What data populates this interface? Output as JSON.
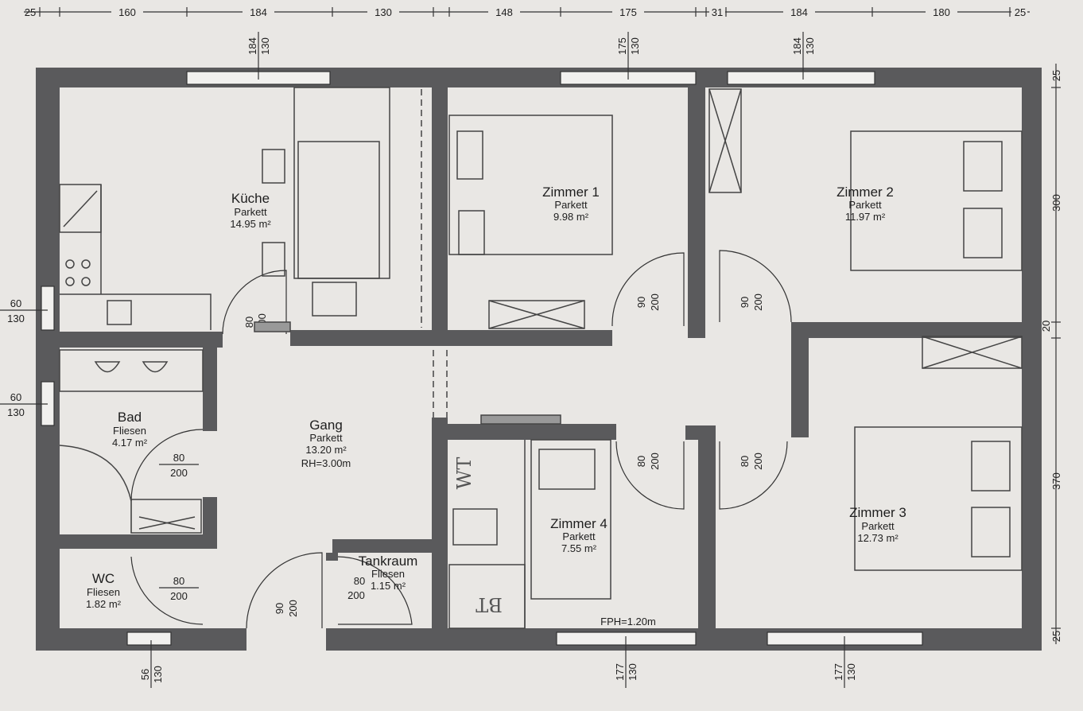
{
  "top_dimensions": [
    "25",
    "160",
    "184",
    "130",
    "148",
    "175",
    "31",
    "184",
    "180",
    "25"
  ],
  "right_dimensions": [
    "25",
    "300",
    "20",
    "370",
    "25"
  ],
  "windows": {
    "kueche": [
      "184",
      "130"
    ],
    "zimmer1": [
      "175",
      "130"
    ],
    "zimmer2": [
      "184",
      "130"
    ],
    "zimmer4": [
      "177",
      "130"
    ],
    "zimmer3": [
      "177",
      "130"
    ],
    "wc": [
      "56",
      "130"
    ],
    "kueche_side": [
      "60",
      "130"
    ],
    "bad_side": [
      "60",
      "130"
    ]
  },
  "doors": {
    "kueche": [
      "80",
      "200"
    ],
    "zimmer1": [
      "90",
      "200"
    ],
    "zimmer2": [
      "90",
      "200"
    ],
    "bad": [
      "80",
      "200"
    ],
    "wc": [
      "80",
      "200"
    ],
    "entrance": [
      "90",
      "200"
    ],
    "tankraum": [
      "80",
      "200"
    ],
    "zimmer4": [
      "80",
      "200"
    ],
    "zimmer3": [
      "80",
      "200"
    ]
  },
  "rooms": {
    "kueche": {
      "name": "Küche",
      "floor": "Parkett",
      "area": "14.95 m²"
    },
    "zimmer1": {
      "name": "Zimmer 1",
      "floor": "Parkett",
      "area": "9.98 m²"
    },
    "zimmer2": {
      "name": "Zimmer 2",
      "floor": "Parkett",
      "area": "11.97 m²"
    },
    "bad": {
      "name": "Bad",
      "floor": "Fliesen",
      "area": "4.17 m²"
    },
    "gang": {
      "name": "Gang",
      "floor": "Parkett",
      "area": "13.20 m²",
      "height": "RH=3.00m"
    },
    "zimmer4": {
      "name": "Zimmer 4",
      "floor": "Parkett",
      "area": "7.55 m²"
    },
    "zimmer3": {
      "name": "Zimmer 3",
      "floor": "Parkett",
      "area": "12.73 m²"
    },
    "wc": {
      "name": "WC",
      "floor": "Fliesen",
      "area": "1.82 m²"
    },
    "tankraum": {
      "name": "Tankraum",
      "floor": "Fliesen",
      "area": "1.15 m²"
    }
  },
  "annotations": {
    "fph": "FPH=1.20m",
    "wt": "WT",
    "bt": "BT"
  }
}
